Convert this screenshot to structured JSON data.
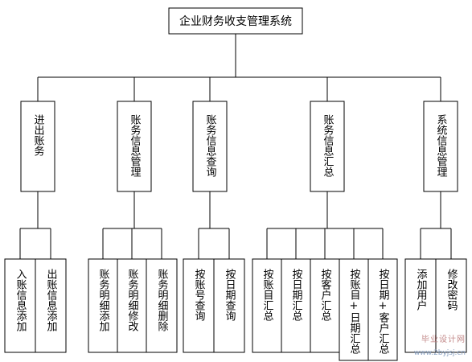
{
  "root": "企业财务收支管理系统",
  "modules": [
    {
      "id": "m1",
      "label": "进出账务",
      "children": [
        "入账信息添加",
        "出账信息添加"
      ]
    },
    {
      "id": "m2",
      "label": "账务信息管理",
      "children": [
        "账务明细添加",
        "账务明细修改",
        "账务明细删除"
      ]
    },
    {
      "id": "m3",
      "label": "账务信息查询",
      "children": [
        "按账号查询",
        "按日期查询"
      ]
    },
    {
      "id": "m4",
      "label": "账务信息汇总",
      "children": [
        "按账目汇总",
        "按日期汇总",
        "按客户汇总",
        "按账目+日期汇总",
        "按日期+客户汇总"
      ]
    },
    {
      "id": "m5",
      "label": "系统信息管理",
      "children": [
        "添加用户",
        "修改密码"
      ]
    }
  ],
  "watermark": {
    "text": "毕业设计网",
    "url": "www.2byjsj.cn"
  },
  "colors": {
    "line": "#000000",
    "box_fill": "#ffffff",
    "box_stroke": "#000000"
  }
}
